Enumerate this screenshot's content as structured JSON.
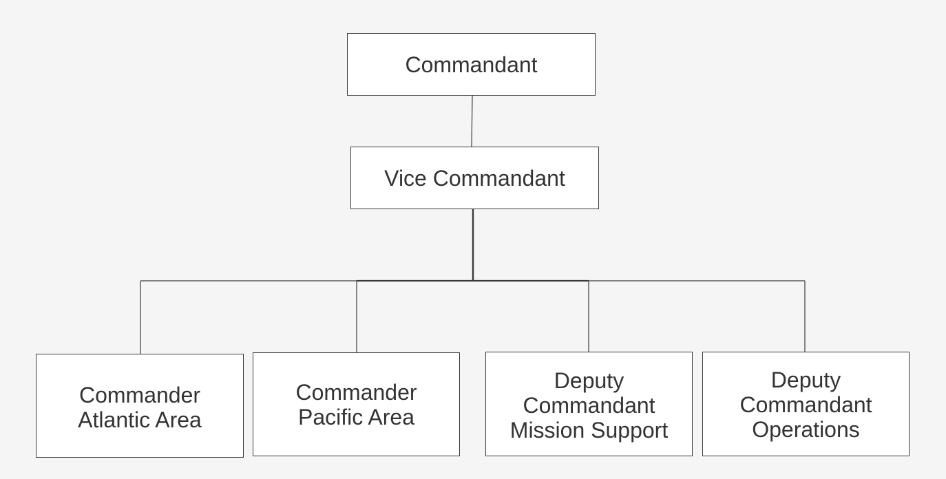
{
  "diagram": {
    "colors": {
      "background": "#f5f5f5",
      "box_fill": "#ffffff",
      "box_border": "#3a3a3a",
      "text": "#333333",
      "line": "#3a3a3a"
    },
    "nodes": {
      "commandant": {
        "lines": [
          "Commandant"
        ]
      },
      "vice_commandant": {
        "lines": [
          "Vice Commandant"
        ]
      },
      "commander_atlantic": {
        "lines": [
          "Commander",
          "Atlantic Area"
        ]
      },
      "commander_pacific": {
        "lines": [
          "Commander",
          "Pacific Area"
        ]
      },
      "deputy_mission_support": {
        "lines": [
          "Deputy",
          "Commandant",
          "Mission Support"
        ]
      },
      "deputy_operations": {
        "lines": [
          "Deputy",
          "Commandant",
          "Operations"
        ]
      }
    },
    "edges": [
      {
        "from": "Commandant",
        "to": "Vice Commandant"
      },
      {
        "from": "Vice Commandant",
        "to": "Commander Atlantic Area"
      },
      {
        "from": "Vice Commandant",
        "to": "Commander Pacific Area"
      },
      {
        "from": "Vice Commandant",
        "to": "Deputy Commandant Mission Support"
      },
      {
        "from": "Vice Commandant",
        "to": "Deputy Commandant Operations"
      }
    ]
  }
}
